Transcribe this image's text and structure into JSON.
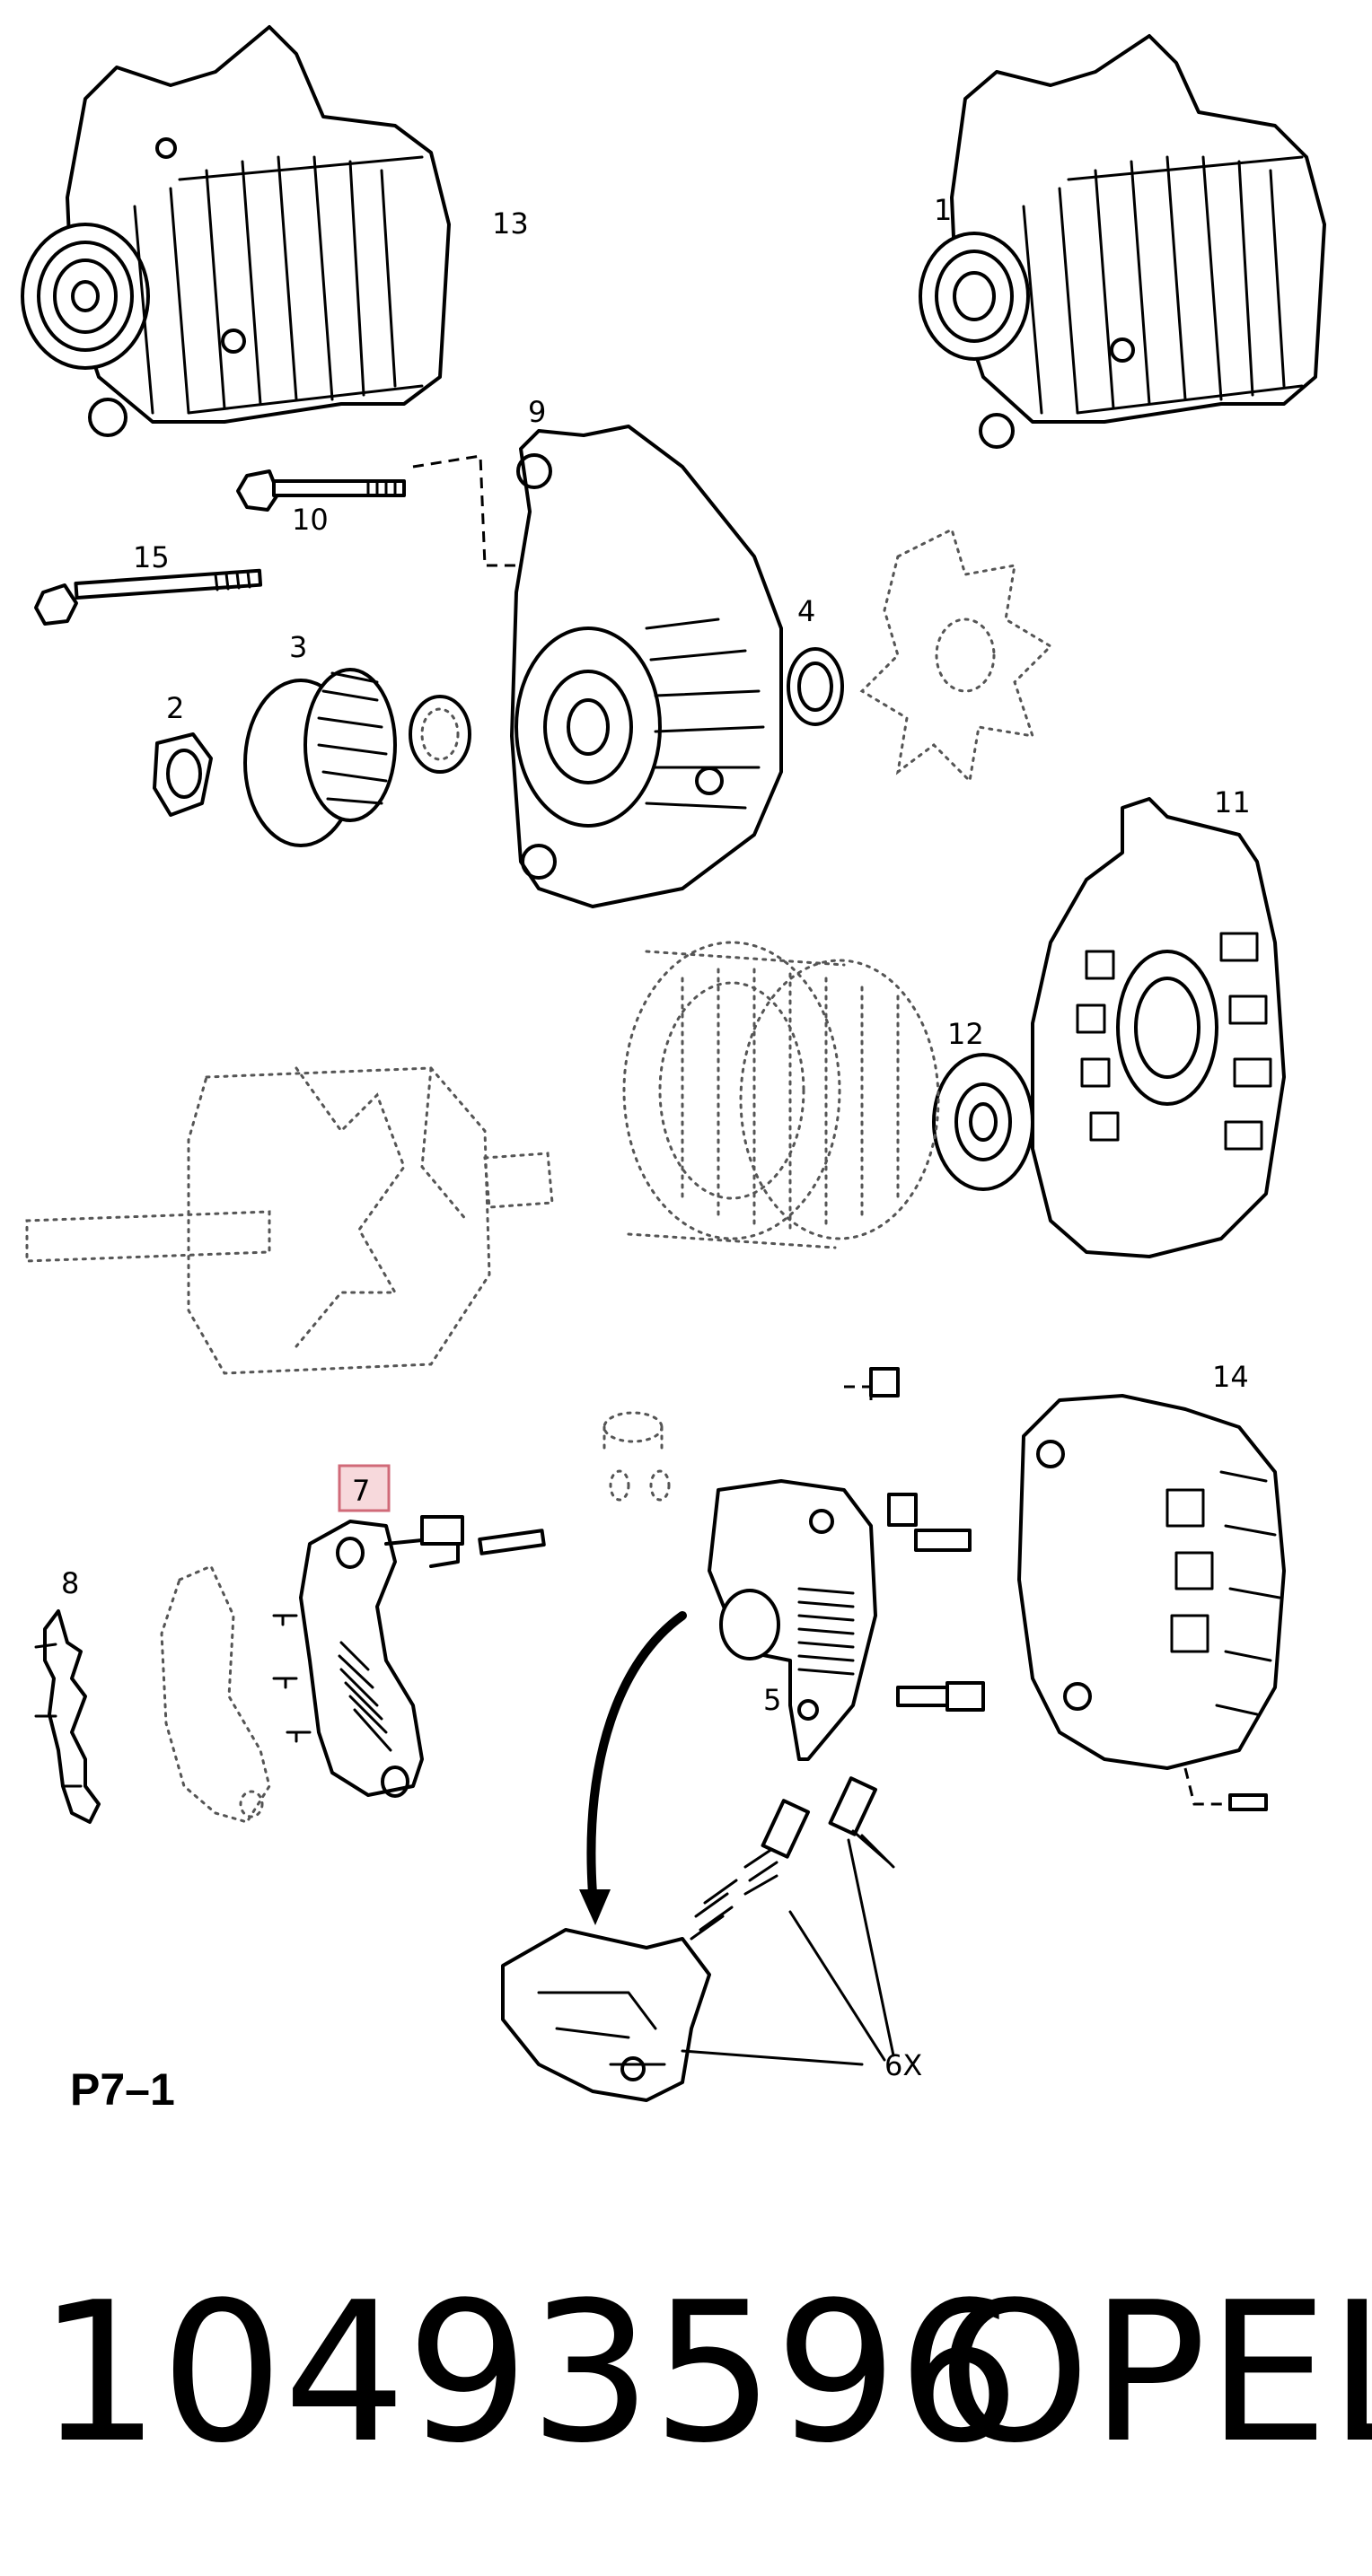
{
  "diagram": {
    "figure_label": "P7–1",
    "callouts": {
      "c1": "1",
      "c2": "2",
      "c3": "3",
      "c4": "4",
      "c5": "5",
      "c6x": "6X",
      "c7": "7",
      "c8": "8",
      "c9": "9",
      "c10": "10",
      "c11": "11",
      "c12": "12",
      "c13": "13",
      "c14": "14",
      "c15": "15"
    },
    "highlighted_callout": "7",
    "highlight_color": "#f7d9dc",
    "highlight_border_color": "#d06a78"
  },
  "footer": {
    "part_number": "10493596",
    "brand": "OPEL"
  }
}
